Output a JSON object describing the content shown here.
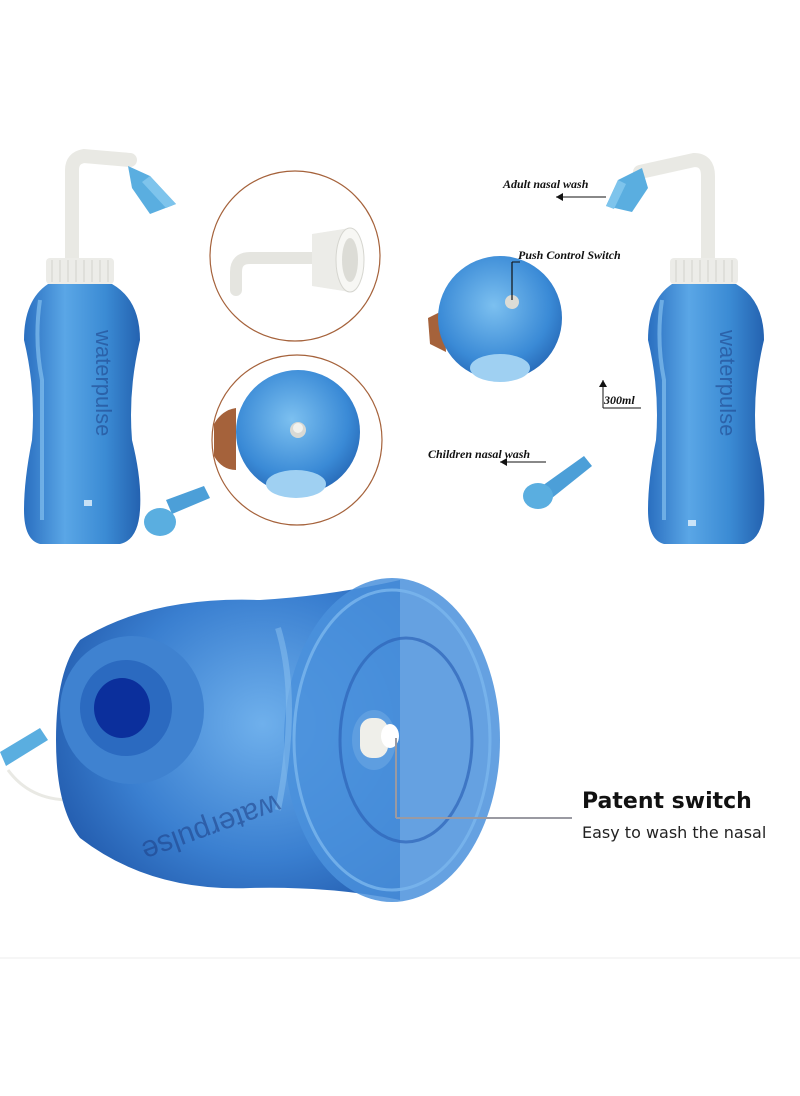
{
  "labels": {
    "adult_nasal_wash": "Adult nasal wash",
    "push_control_switch": "Push Control Switch",
    "volume": "300ml",
    "children_nasal_wash": "Children nasal wash"
  },
  "bottle_brand": "waterpulse",
  "caption": {
    "title": "Patent switch",
    "subtitle": "Easy to wash the nasal"
  },
  "colors": {
    "bottle_blue": "#3d8fd6",
    "nozzle_blue": "#5aaee0",
    "cap_white": "#ecece8",
    "background": "#ffffff"
  }
}
